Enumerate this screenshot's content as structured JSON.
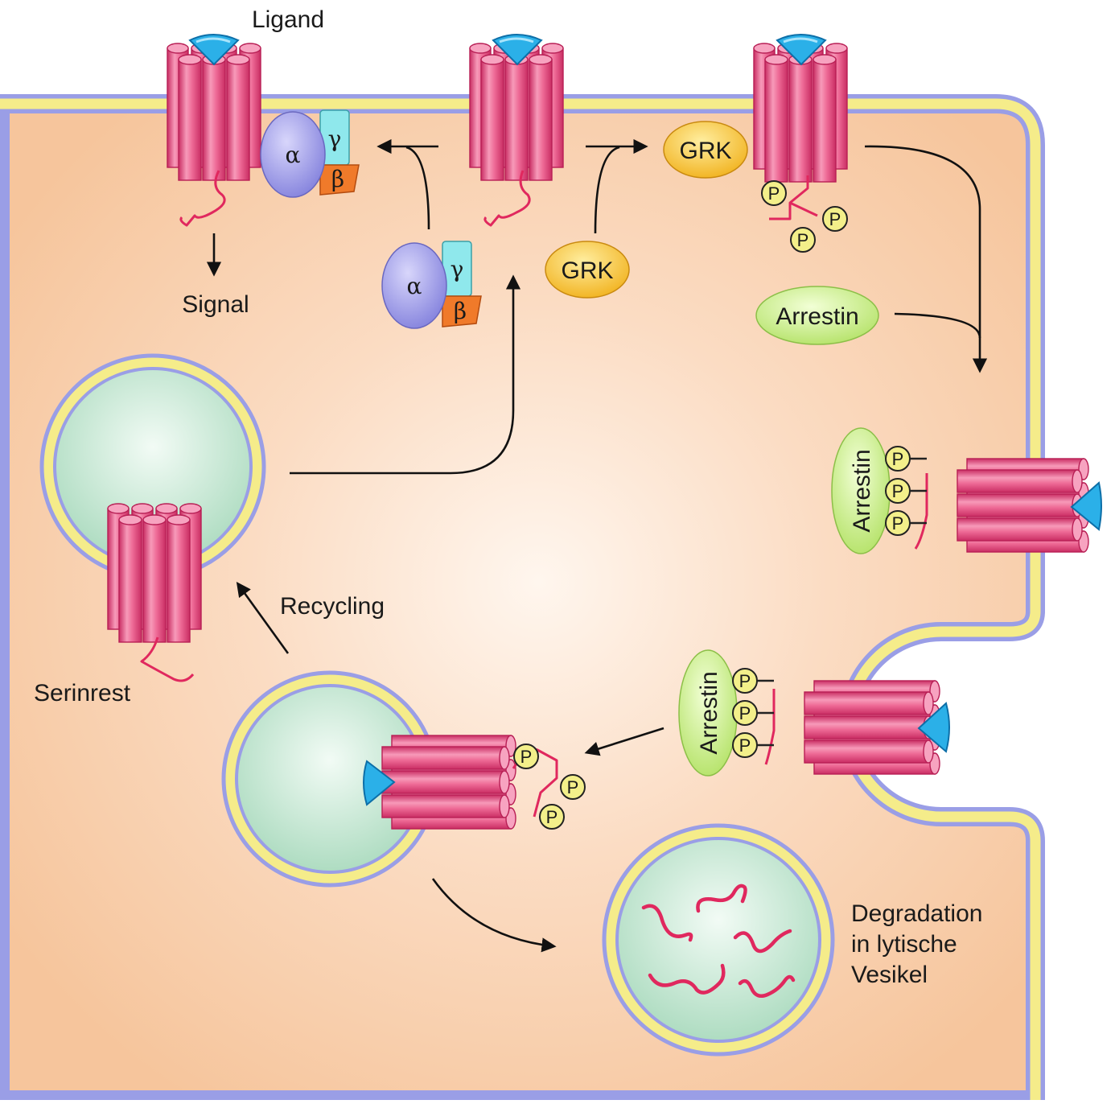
{
  "labels": {
    "ligand": "Ligand",
    "signal": "Signal",
    "grk": "GRK",
    "arrestin": "Arrestin",
    "recycling": "Recycling",
    "serinrest": "Serinrest",
    "degradation_1": "Degradation",
    "degradation_2": "in lytische",
    "degradation_3": "Vesikel",
    "alpha": "α",
    "beta": "β",
    "gamma": "γ",
    "phosphate": "P"
  },
  "colors": {
    "cytoplasm": "#f7c9a3",
    "membrane_yellow": "#f5ec8a",
    "membrane_blue": "#9a9ee6",
    "receptor": "#ec5c8c",
    "ligand": "#2bb0e8",
    "vesicle": "#bfe6cf",
    "g_alpha": "#9c9ae8",
    "g_beta": "#f07a2a",
    "g_gamma": "#8fe8ec",
    "grk": "#f7c02e",
    "arrestin": "#c6ec7e",
    "phosphate": "#f3ef8a"
  }
}
